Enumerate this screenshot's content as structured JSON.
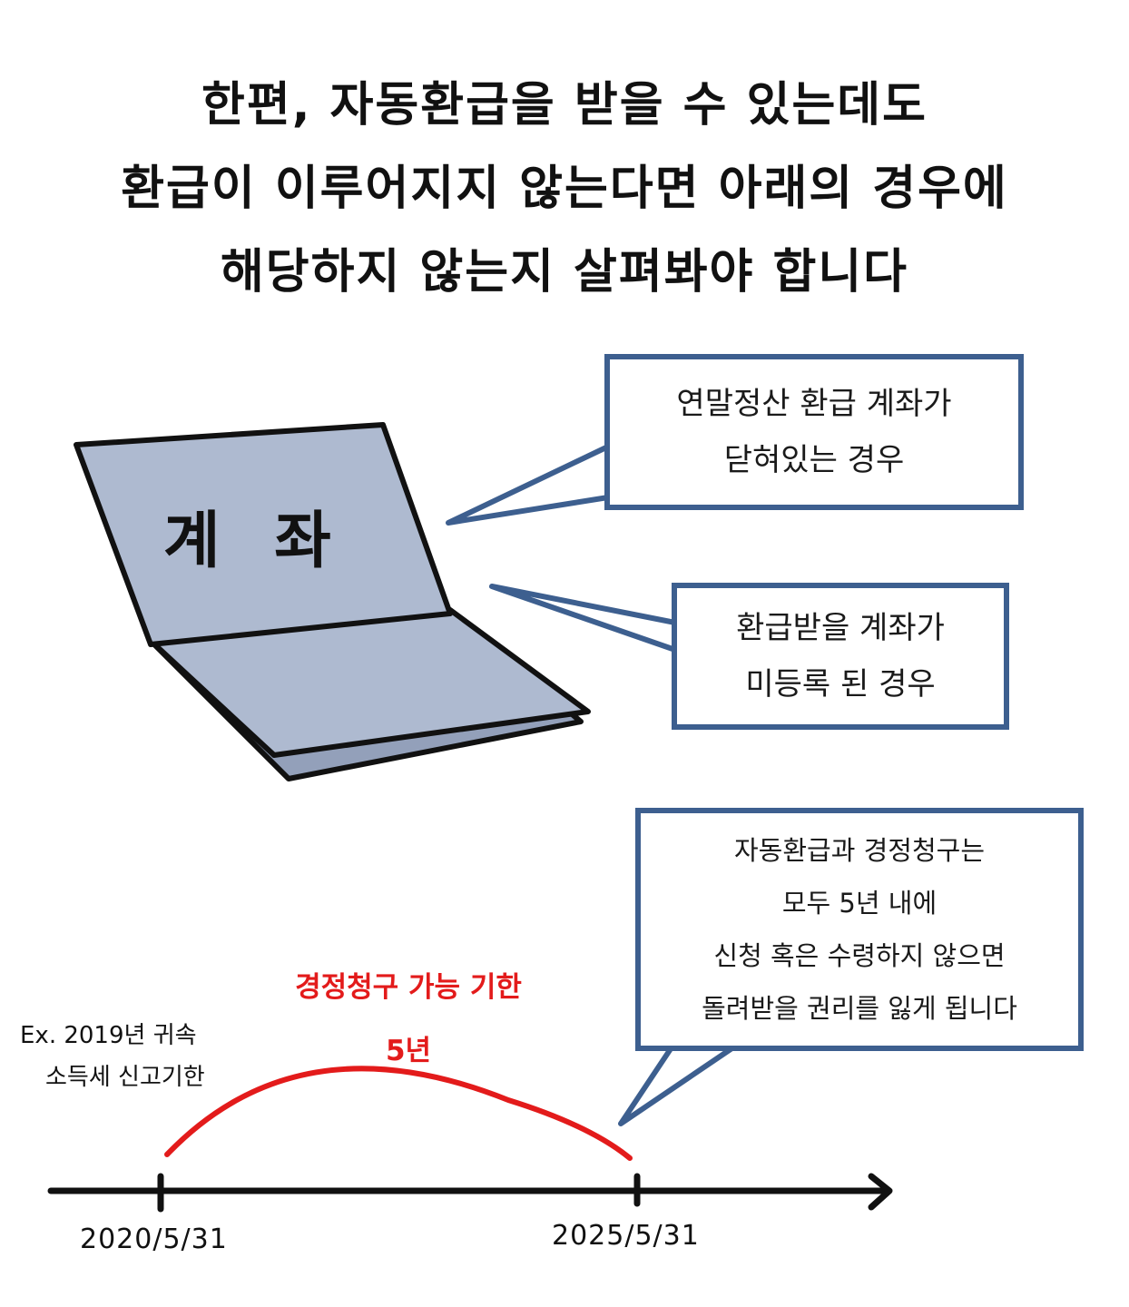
{
  "headline": {
    "line1": "한편, 자동환급을 받을 수 있는데도",
    "line2": "환급이 이루어지지 않는다면 아래의 경우에",
    "line3": "해당하지 않는지 살펴봐야 합니다"
  },
  "bankbook": {
    "label": "계 좌"
  },
  "bubbles": {
    "closed_account": {
      "line1": "연말정산 환급 계좌가",
      "line2": "닫혀있는 경우"
    },
    "unregistered_account": {
      "line1": "환급받을 계좌가",
      "line2": "미등록 된 경우"
    },
    "five_year_rule": {
      "line1": "자동환급과 경정청구는",
      "line2": "모두 5년 내에",
      "line3": "신청 혹은 수령하지 않으면",
      "line4": "돌려받을 권리를 잃게 됩니다"
    }
  },
  "timeline": {
    "deadline_label": "경정청구 가능 기한",
    "deadline_years": "5년",
    "example_line1": "Ex. 2019년 귀속",
    "example_line2": "소득세 신고기한",
    "start_date": "2020/5/31",
    "end_date": "2025/5/31"
  },
  "colors": {
    "border_blue": "#3d5f8f",
    "book_fill": "#aebad0",
    "deadline_red": "#e31b1b",
    "ink": "#111111"
  }
}
